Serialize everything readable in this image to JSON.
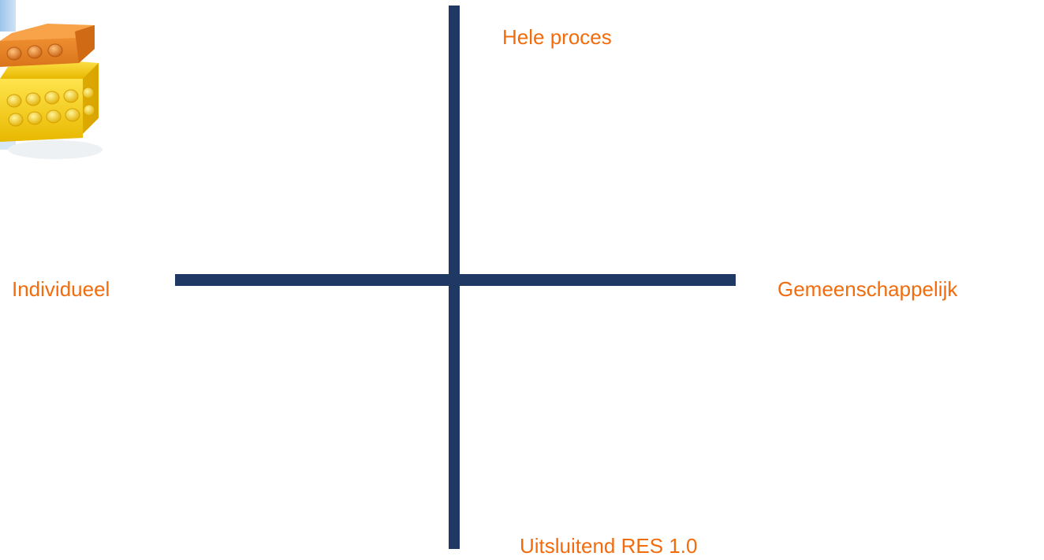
{
  "colors": {
    "axis": "#1f3864",
    "label": "#f26c0d"
  },
  "icons": {
    "logo": "lego-bricks-icon"
  },
  "labels": {
    "top": "Hele proces",
    "bottom": "Uitsluitend RES 1.0",
    "left": "Individueel",
    "right": "Gemeenschappelijk"
  }
}
